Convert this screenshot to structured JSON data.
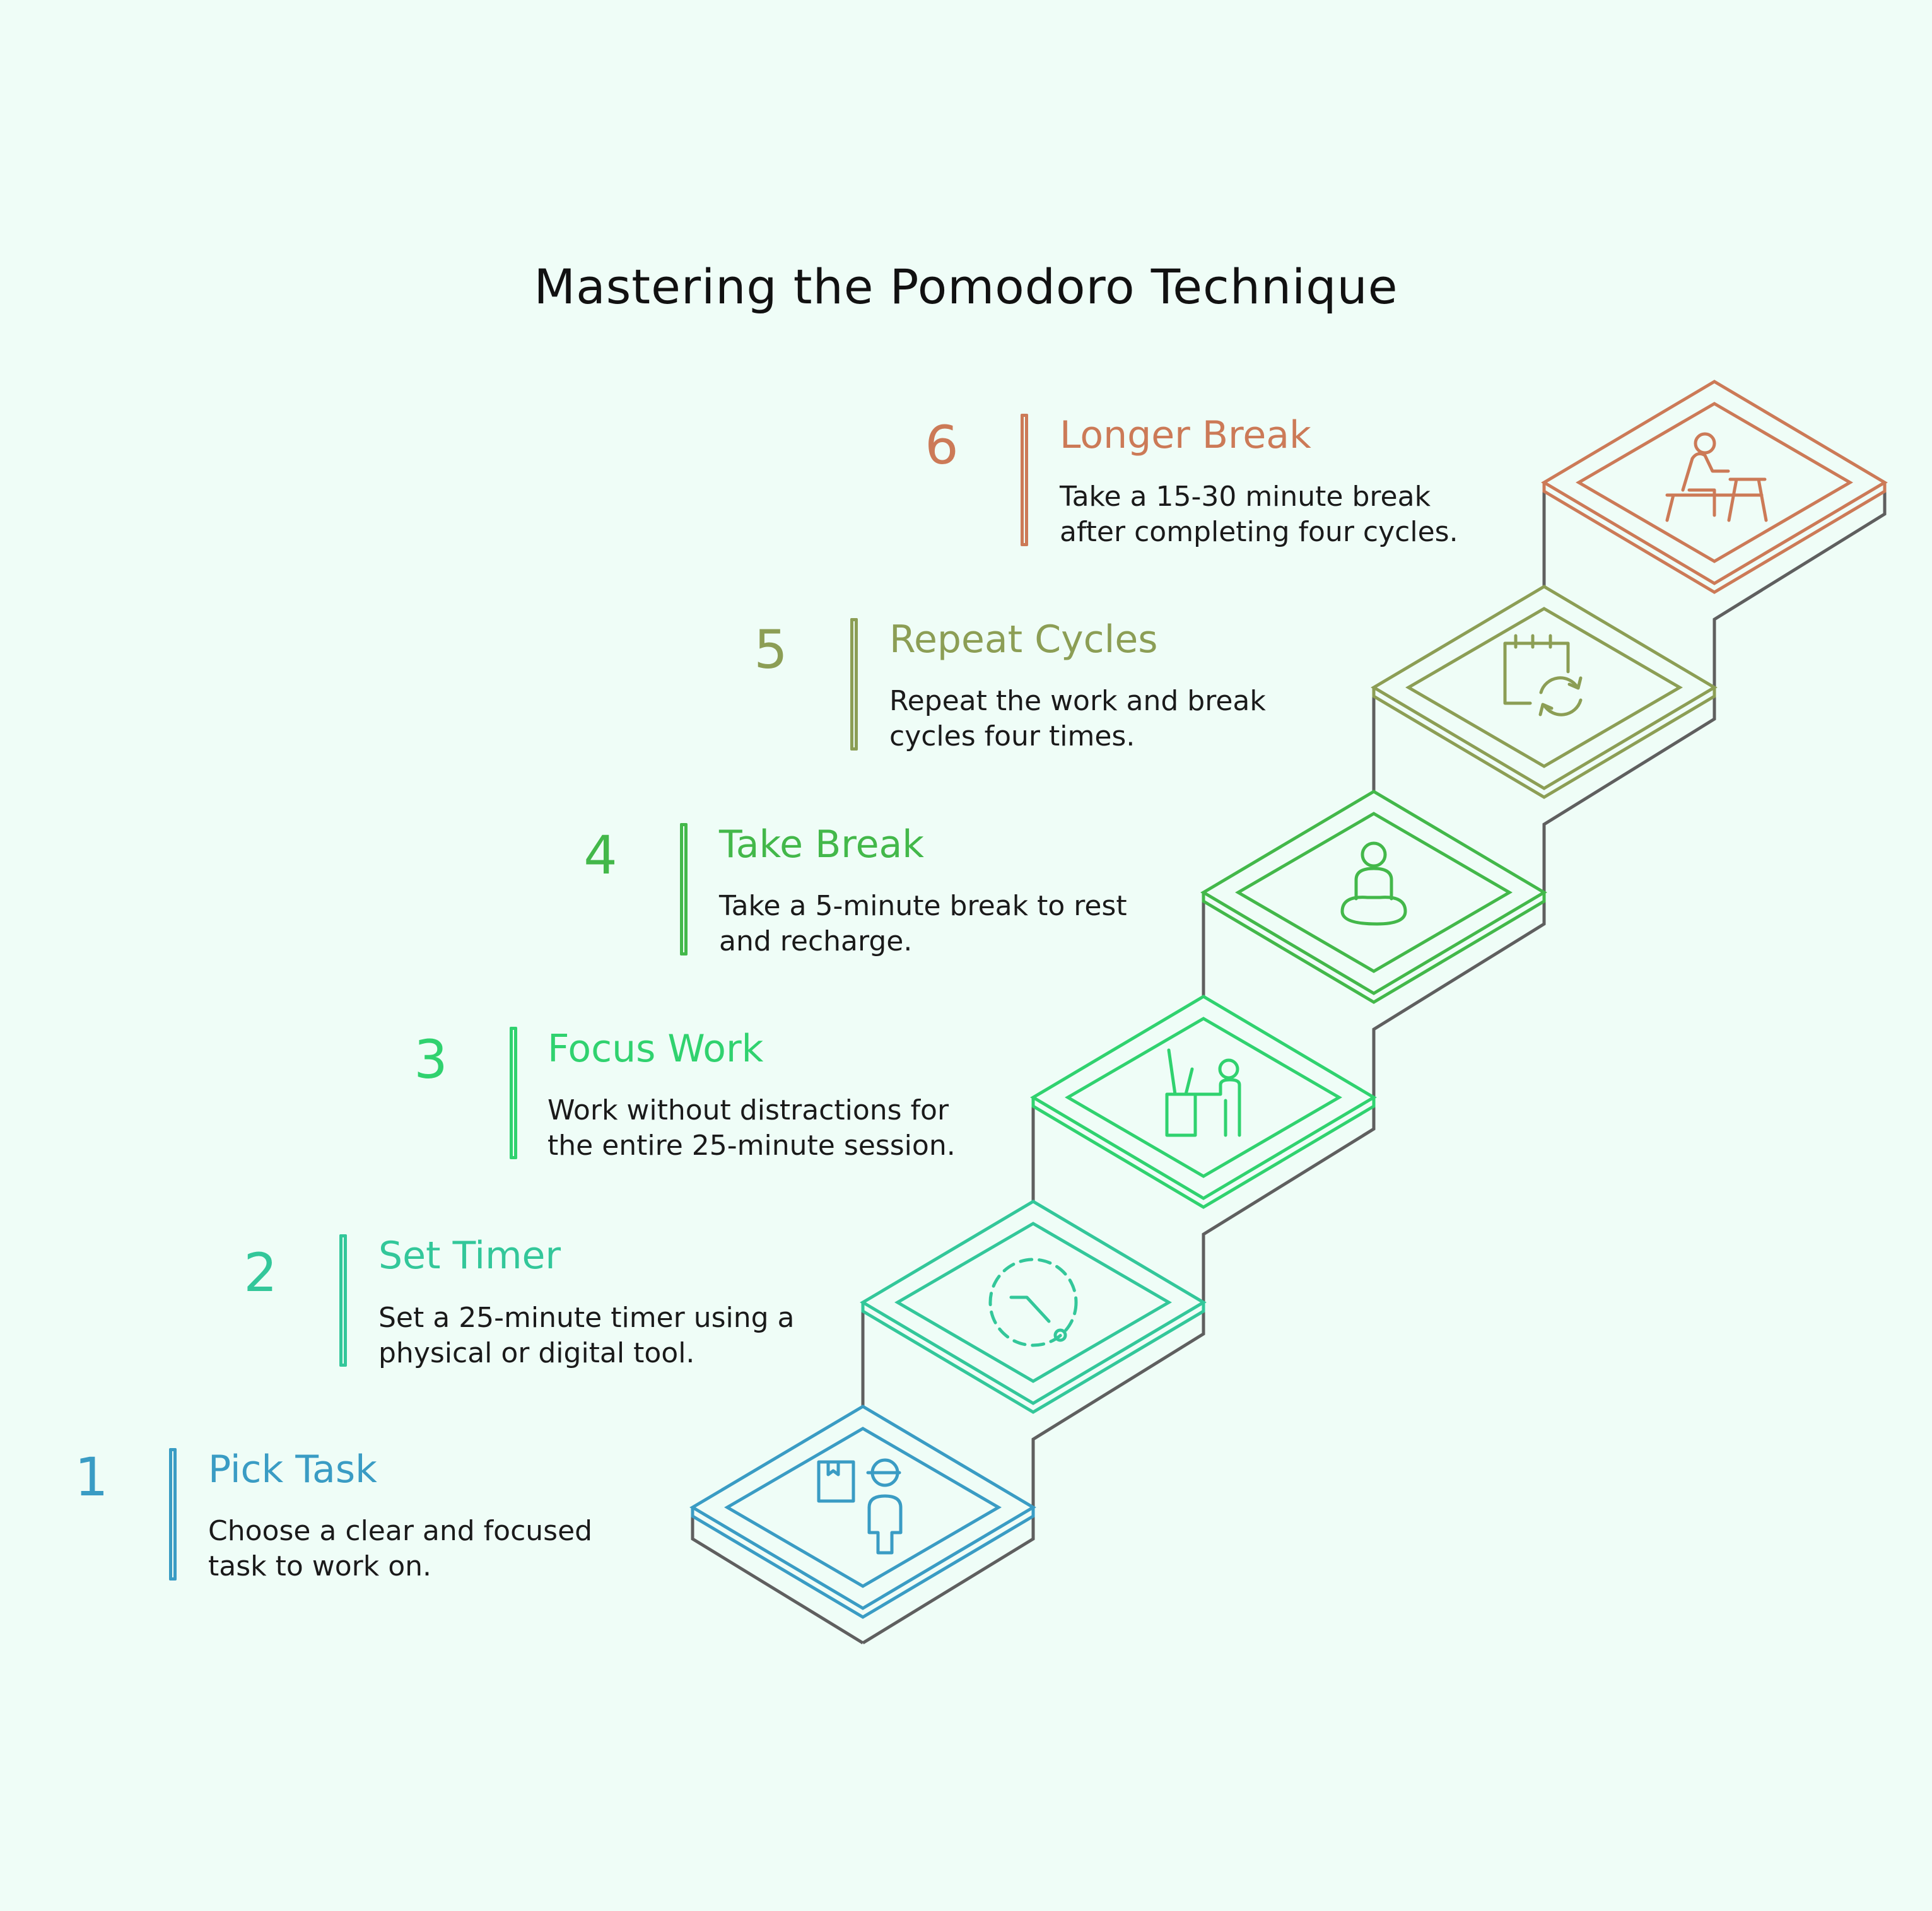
{
  "title": "Mastering the Pomodoro Technique",
  "steps": [
    {
      "num": "1",
      "title": "Pick Task",
      "desc": [
        "Choose a clear and focused",
        "task to work on."
      ],
      "color": "#3a9cc4",
      "icon": "person-with-box-icon"
    },
    {
      "num": "2",
      "title": "Set Timer",
      "desc": [
        "Set a 25-minute timer using a",
        "physical or digital tool."
      ],
      "color": "#33c79a",
      "icon": "timer-icon"
    },
    {
      "num": "3",
      "title": "Focus Work",
      "desc": [
        "Work without distractions for",
        "the entire 25-minute session."
      ],
      "color": "#30d26f",
      "icon": "person-at-desk-icon"
    },
    {
      "num": "4",
      "title": "Take Break",
      "desc": [
        "Take a 5-minute break to rest",
        "and recharge."
      ],
      "color": "#43b84a",
      "icon": "meditating-person-icon"
    },
    {
      "num": "5",
      "title": "Repeat Cycles",
      "desc": [
        "Repeat the work and break",
        "cycles four times."
      ],
      "color": "#8c9e55",
      "icon": "calendar-repeat-icon"
    },
    {
      "num": "6",
      "title": "Longer Break",
      "desc": [
        "Take a 15-30 minute break",
        "after completing four cycles."
      ],
      "color": "#cc7a57",
      "icon": "person-resting-at-table-icon"
    }
  ],
  "stair_outline_color": "#5f5f5f"
}
